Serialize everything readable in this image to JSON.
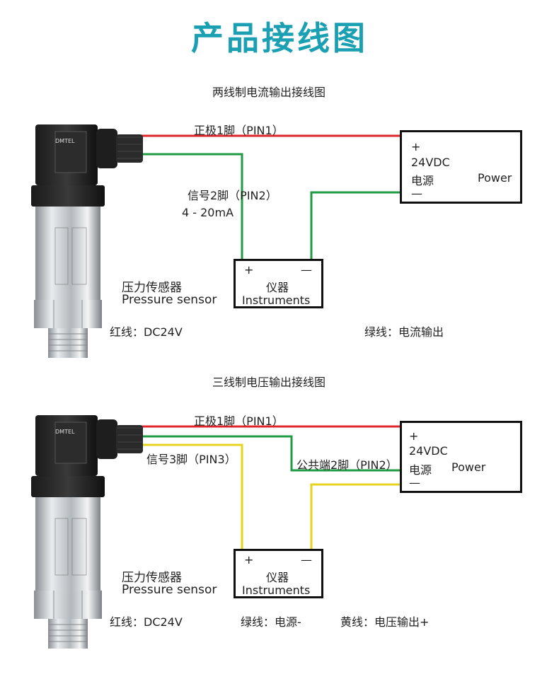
{
  "title": "产品接线图",
  "colors": {
    "title": "#1b9fb3",
    "red_wire": "#e0262b",
    "green_wire": "#1f9b43",
    "yellow_wire": "#e6d41c"
  },
  "diagram1": {
    "subtitle": "两线制电流输出接线图",
    "pin1_label": "正极1脚（PIN1）",
    "pin2_label": "信号2脚（PIN2）",
    "current_label": "4 - 20mA",
    "power": {
      "plus": "+",
      "voltage": "24VDC",
      "name_cn": "电源",
      "name_en": "Power",
      "minus": "—"
    },
    "instrument": {
      "plus": "+",
      "minus": "—",
      "name_cn": "仪器",
      "name_en": "Instruments"
    },
    "sensor_cn": "压力传感器",
    "sensor_en": "Pressure sensor",
    "sensor_brand": "DMTEL",
    "legend_red": "红线：DC24V",
    "legend_green": "绿线：电流输出"
  },
  "diagram2": {
    "subtitle": "三线制电压输出接线图",
    "pin1_label": "正极1脚（PIN1）",
    "pin3_label": "信号3脚（PIN3）",
    "pin2_label": "公共端2脚（PIN2）",
    "power": {
      "plus": "+",
      "voltage": "24VDC",
      "name_cn": "电源",
      "name_en": "Power",
      "minus": "—"
    },
    "instrument": {
      "plus": "+",
      "minus": "—",
      "name_cn": "仪器",
      "name_en": "Instruments"
    },
    "sensor_cn": "压力传感器",
    "sensor_en": "Pressure sensor",
    "sensor_brand": "DMTEL",
    "legend_red": "红线：DC24V",
    "legend_green": "绿线：电源-",
    "legend_yellow": "黄线：电压输出+"
  }
}
